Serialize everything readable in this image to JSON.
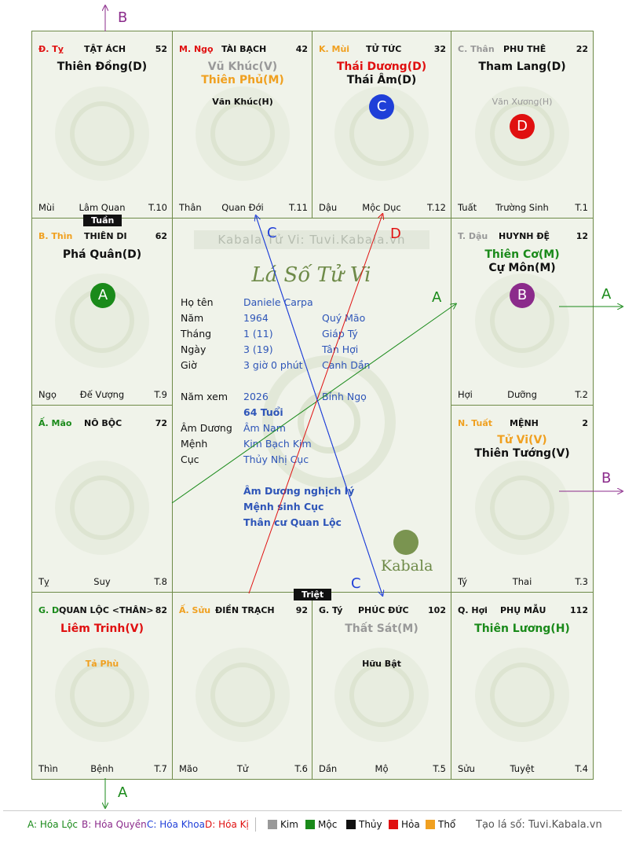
{
  "watermark": "Kabala Tử Vi: Tuvi.Kabala.vn",
  "chart_title": "Lá Số Tử Vi",
  "logo_text": "Kabala",
  "tags": {
    "tuan": "Tuần",
    "triet": "Triệt"
  },
  "cells": [
    {
      "branch": "Đ. Tỵ",
      "house": "TẬT ÁCH",
      "num": "52",
      "stars": [
        "Thiên Đồng(D)"
      ],
      "minor": [],
      "bl": "Mùi",
      "bm": "Lâm Quan",
      "br": "T.10"
    },
    {
      "branch": "M. Ngọ",
      "house": "TÀI BẠCH",
      "num": "42",
      "stars": [
        "Vũ Khúc(V)",
        "Thiên Phủ(M)"
      ],
      "minor": [
        "Văn Khúc(H)"
      ],
      "bl": "Thân",
      "bm": "Quan Đới",
      "br": "T.11"
    },
    {
      "branch": "K. Mùi",
      "house": "TỬ TỨC",
      "num": "32",
      "stars": [
        "Thái Dương(D)",
        "Thái Âm(D)"
      ],
      "minor": [],
      "bl": "Dậu",
      "bm": "Mộc Dục",
      "br": "T.12"
    },
    {
      "branch": "C. Thân",
      "house": "PHU THÊ",
      "num": "22",
      "stars": [
        "Tham Lang(D)"
      ],
      "minor": [
        "Văn Xương(H)"
      ],
      "bl": "Tuất",
      "bm": "Trường Sinh",
      "br": "T.1"
    },
    {
      "branch": "B. Thìn",
      "house": "THIÊN DI",
      "num": "62",
      "stars": [
        "Phá Quân(D)"
      ],
      "minor": [],
      "bl": "Ngọ",
      "bm": "Đế Vượng",
      "br": "T.9"
    },
    {
      "branch": "T. Dậu",
      "house": "HUYNH ĐỆ",
      "num": "12",
      "stars": [
        "Thiên Cơ(M)",
        "Cự Môn(M)"
      ],
      "minor": [],
      "bl": "Hợi",
      "bm": "Dưỡng",
      "br": "T.2"
    },
    {
      "branch": "Ấ. Mão",
      "house": "NÔ BỘC",
      "num": "72",
      "stars": [],
      "minor": [],
      "bl": "Tỵ",
      "bm": "Suy",
      "br": "T.8"
    },
    {
      "branch": "N. Tuất",
      "house": "MỆNH",
      "num": "2",
      "stars": [
        "Tử Vi(V)",
        "Thiên Tướng(V)"
      ],
      "minor": [],
      "bl": "Tý",
      "bm": "Thai",
      "br": "T.3"
    },
    {
      "branch": "G. Dần",
      "house": "QUAN LỘC <THÂN>",
      "num": "82",
      "stars": [
        "Liêm Trinh(V)"
      ],
      "minor": [
        "Tả Phù"
      ],
      "bl": "Thìn",
      "bm": "Bệnh",
      "br": "T.7"
    },
    {
      "branch": "Ấ. Sửu",
      "house": "ĐIỀN TRẠCH",
      "num": "92",
      "stars": [],
      "minor": [],
      "bl": "Mão",
      "bm": "Tử",
      "br": "T.6"
    },
    {
      "branch": "G. Tý",
      "house": "PHÚC ĐỨC",
      "num": "102",
      "stars": [
        "Thất Sát(M)"
      ],
      "minor": [
        "Hữu Bật"
      ],
      "bl": "Dần",
      "bm": "Mộ",
      "br": "T.5"
    },
    {
      "branch": "Q. Hợi",
      "house": "PHỤ MẪU",
      "num": "112",
      "stars": [
        "Thiên Lương(H)"
      ],
      "minor": [],
      "bl": "Sửu",
      "bm": "Tuyệt",
      "br": "T.4"
    }
  ],
  "badges": {
    "A": "A",
    "B": "B",
    "C": "C",
    "D": "D"
  },
  "info": {
    "ho_ten_label": "Họ tên",
    "ho_ten": "Daniele Carpa",
    "nam_label": "Năm",
    "nam": "1964",
    "nam_can": "Quý Mão",
    "thang_label": "Tháng",
    "thang": "1  (11)",
    "thang_can": "Giáp Tý",
    "ngay_label": "Ngày",
    "ngay": "3  (19)",
    "ngay_can": "Tân Hợi",
    "gio_label": "Giờ",
    "gio": "3 giờ 0 phút",
    "gio_can": "Canh Dần",
    "namxem_label": "Năm xem",
    "namxem": "2026",
    "namxem_can": "Bính Ngọ",
    "tuoi": "64 Tuổi",
    "amduong_label": "Âm Dương",
    "amduong": "Âm Nam",
    "menh_label": "Mệnh",
    "menh": "Kim Bạch Kim",
    "cuc_label": "Cục",
    "cuc": "Thủy Nhị Cục",
    "note1": "Âm Dương nghịch lý",
    "note2": "Mệnh sinh Cục",
    "note3": "Thân cư Quan Lộc"
  },
  "legend": {
    "a": "A: Hóa Lộc",
    "b": "B: Hóa Quyền",
    "c": "C: Hóa Khoa",
    "d": "D: Hóa Kị",
    "kim": "Kim",
    "moc": "Mộc",
    "thuy": "Thủy",
    "hoa": "Hỏa",
    "tho": "Thổ",
    "site": "Tạo lá số: Tuvi.Kabala.vn"
  },
  "colors": {
    "green": "#1a8a1a",
    "purple": "#8b2b8b",
    "blue": "#1f3fd8",
    "red": "#e01010",
    "orange": "#f0a020",
    "gray": "#999999",
    "border": "#6e8a48"
  }
}
